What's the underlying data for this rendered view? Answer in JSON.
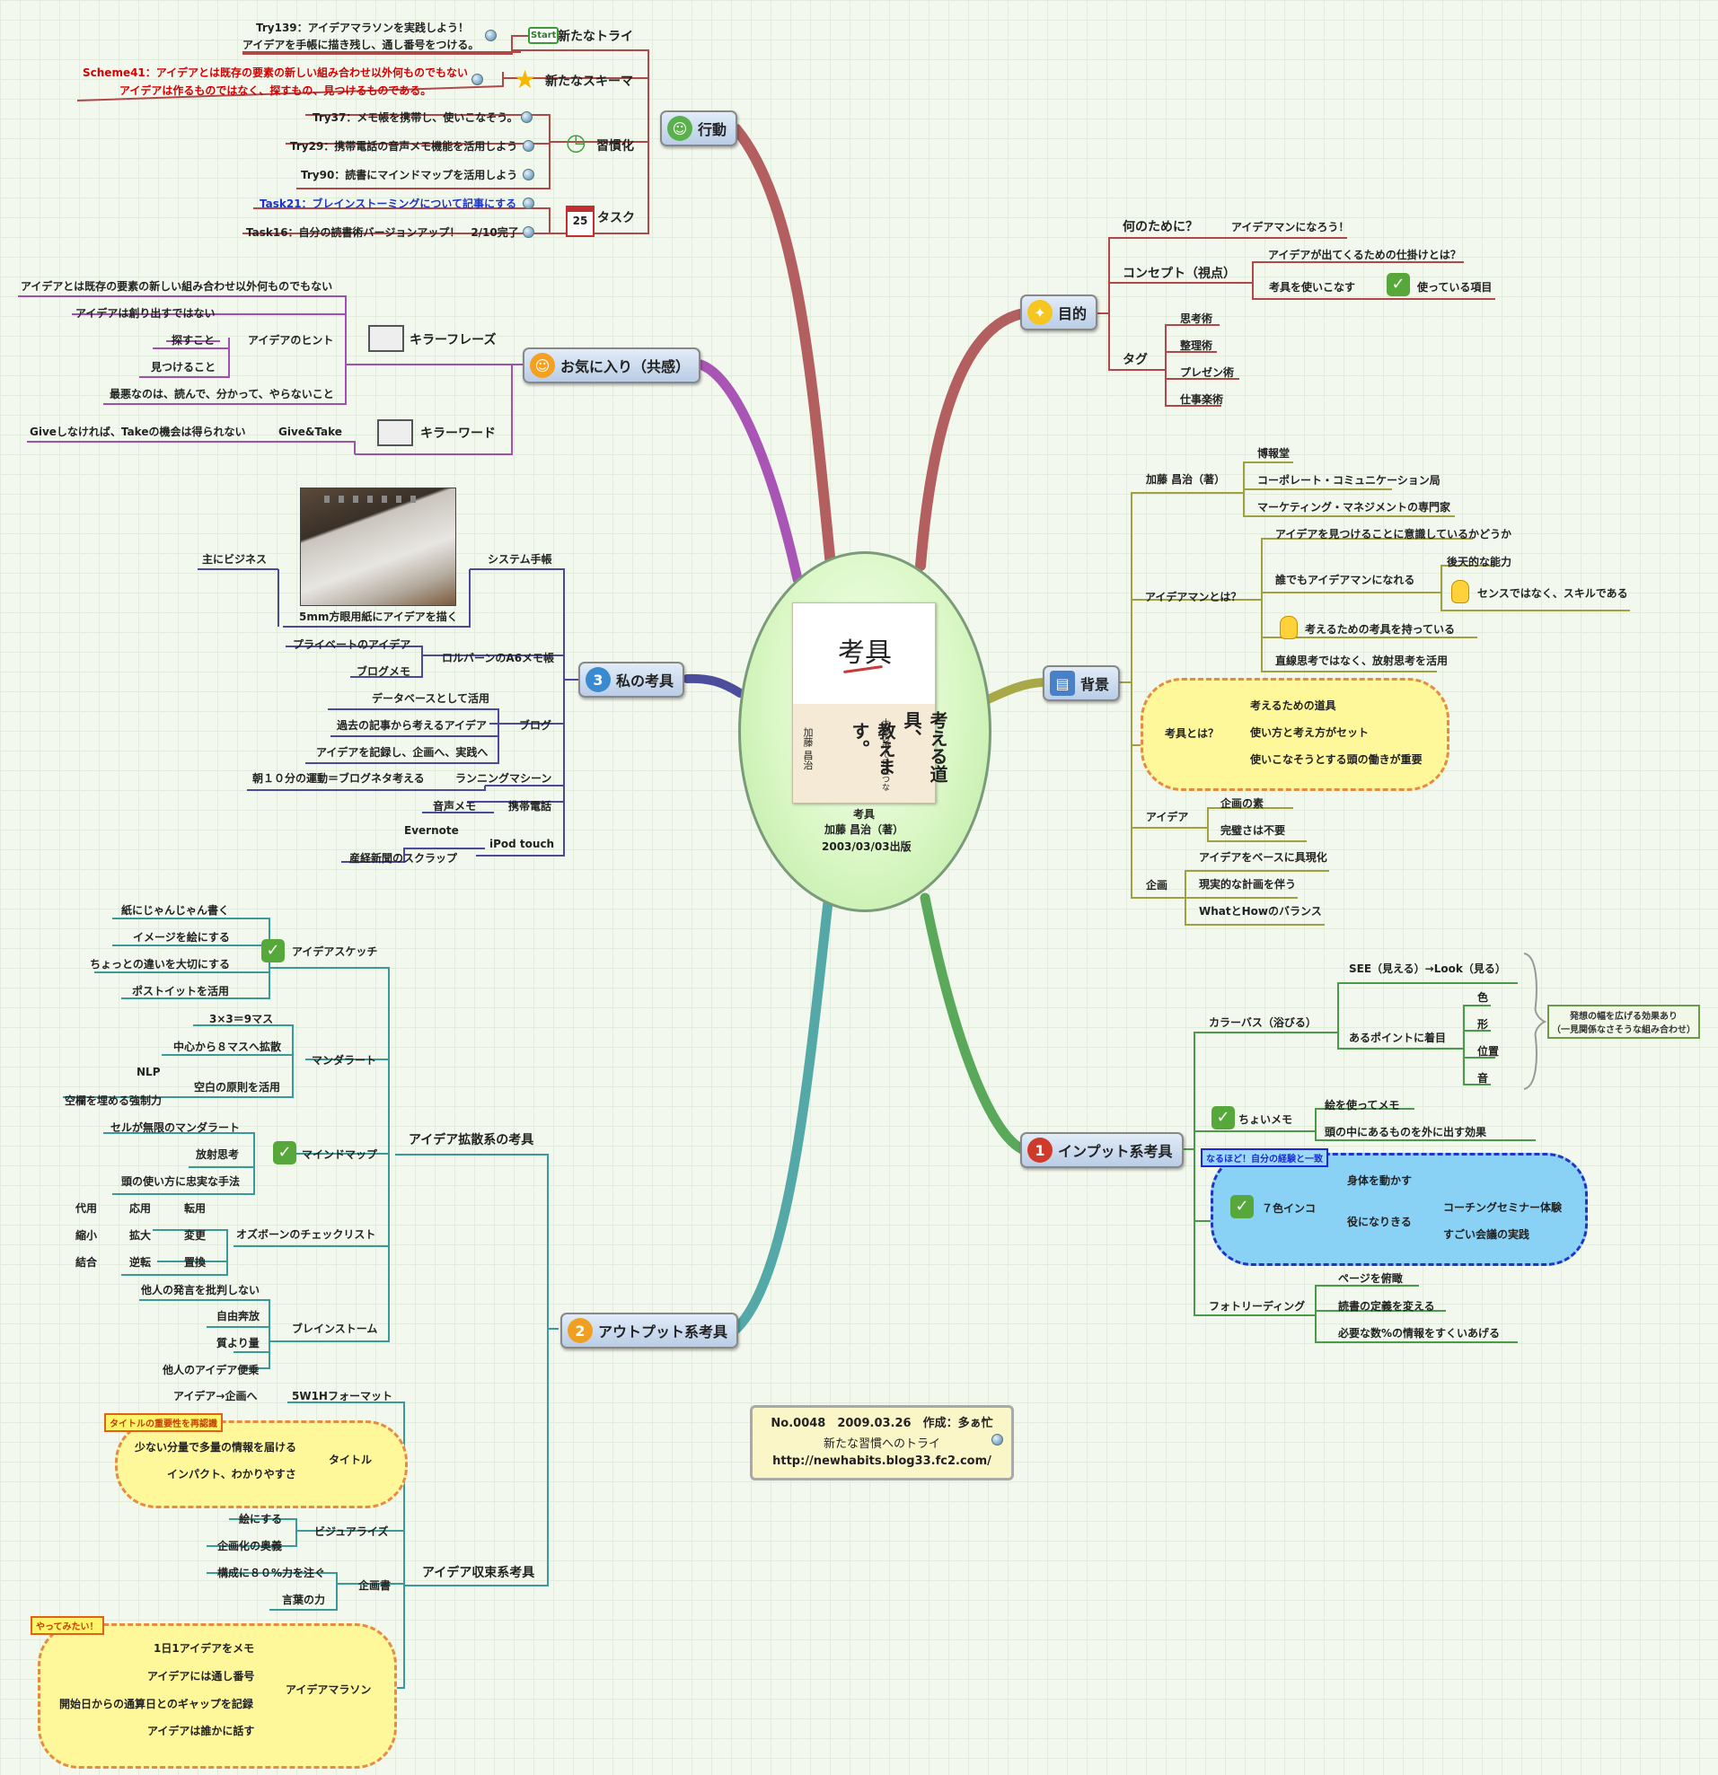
{
  "center": {
    "cover_title": "考具",
    "cover_main": "考える道具、",
    "cover_main2": "教えます。",
    "cover_sub": "大勢の中で目立つな",
    "cover_author": "加藤 昌治",
    "caption_title": "考具",
    "caption_author": "加藤 昌治（著）",
    "caption_date": "2003/03/03出版"
  },
  "info": {
    "line1": "No.0048　2009.03.26　作成：多ぁ忙",
    "line2": "新たな習慣へのトライ",
    "line3": "http://newhabits.blog33.fc2.com/"
  },
  "main_topics": {
    "kodo": "行動",
    "mokuteki": "目的",
    "okiniiri": "お気に入り（共感）",
    "haikei": "背景",
    "watashi": "私の考具",
    "input": "インプット系考具",
    "output": "アウトプット系考具"
  },
  "kodo": {
    "new_try": "新たなトライ",
    "start_icon": "Start",
    "try139_a": "Try139：アイデアマラソンを実践しよう！",
    "try139_b": "アイデアを手帳に描き残し、通し番号をつける。",
    "new_schema": "新たなスキーマ",
    "scheme41_a": "Scheme41：アイデアとは既存の要素の新しい組み合わせ以外何ものでもない",
    "scheme41_b": "アイデアは作るものではなく、探すもの、見つけるものである。",
    "shukanka": "習慣化",
    "try37": "Try37：メモ帳を携帯し、使いこなそう。",
    "try29": "Try29：携帯電話の音声メモ機能を活用しよう",
    "try90": "Try90：読書にマインドマップを活用しよう",
    "task": "タスク",
    "cal_num": "25",
    "task21": "Task21：ブレインストーミングについて記事にする",
    "task16": "Task16：自分の読書術バージョンアップ！　2/10完了"
  },
  "mokuteki": {
    "nan_no": "何のために？",
    "ideaman": "アイデアマンになろう！",
    "concept": "コンセプト（視点）",
    "shikake": "アイデアが出てくるための仕掛けとは？",
    "tsukai": "考具を使いこなす",
    "tsukatte": "使っている項目",
    "tag": "タグ",
    "tags": [
      "思考術",
      "整理術",
      "プレゼン術",
      "仕事楽術"
    ]
  },
  "okiniiri": {
    "killer_phrase": "キラーフレーズ",
    "idea_hint": "アイデアのヒント",
    "hint_items": [
      "アイデアとは既存の要素の新しい組み合わせ以外何ものでもない",
      "アイデアは創り出すではない",
      "探すこと",
      "見つけること",
      "最悪なのは、読んで、分かって、やらないこと"
    ],
    "killer_word": "キラーワード",
    "give_take": "Give&Take",
    "give_take_detail": "Giveしなければ、Takeの機会は得られない"
  },
  "haikei": {
    "author": "加藤 昌治（著）",
    "author_items": [
      "博報堂",
      "コーポレート・コミュニケーション局",
      "マーケティング・マネジメントの専門家"
    ],
    "ideaman_toha": "アイデアマンとは？",
    "ishiki": "アイデアを見つけることに意識しているかどうか",
    "daredemo": "誰でもアイデアマンになれる",
    "koutenteki": "後天的な能力",
    "sense": "センスではなく、スキルである",
    "kangaeru": "考えるための考具を持っている",
    "chokusen": "直線思考ではなく、放射思考を活用",
    "kougu_toha": "考具とは？",
    "kougu_items": [
      "考えるための道具",
      "使い方と考え方がセット",
      "使いこなそうとする頭の働きが重要"
    ],
    "idea": "アイデア",
    "idea_items": [
      "企画の素",
      "完璧さは不要"
    ],
    "kikaku": "企画",
    "kikaku_items": [
      "アイデアをベースに具現化",
      "現実的な計画を伴う",
      "WhatとHowのバランス"
    ]
  },
  "watashi": {
    "system": "システム手帳",
    "omo_business": "主にビジネス",
    "photo_caption": "5mm方眼用紙にアイデアを描く",
    "rollbahn": "ロルバーンのA6メモ帳",
    "private": "プライベートのアイデア",
    "blogmemo": "ブログメモ",
    "blog": "ブログ",
    "blog_items": [
      "データベースとして活用",
      "過去の記事から考えるアイデア",
      "アイデアを記録し、企画へ、実践へ"
    ],
    "running": "ランニングマシーン",
    "running_detail": "朝１０分の運動＝ブログネタ考える",
    "keitai": "携帯電話",
    "onsei": "音声メモ",
    "ipod": "iPod touch",
    "evernote": "Evernote",
    "sankei": "産経新聞のスクラップ"
  },
  "input": {
    "colorbath": "カラーバス（浴びる）",
    "see_look": "SEE（見える）→Look（見る）",
    "aru_point": "あるポイントに着目",
    "points": [
      "色",
      "形",
      "位置",
      "音"
    ],
    "callout_a": "発想の幅を広げる効果あり",
    "callout_b": "（一見関係なさそうな組み合わせ）",
    "choimemo": "ちょいメモ",
    "choimemo_items": [
      "絵を使ってメモ",
      "頭の中にあるものを外に出す効果"
    ],
    "note_naruhodo": "なるほど！自分の経験と一致",
    "nanairo": "７色インコ",
    "karada": "身体を動かす",
    "yakuninari": "役になりきる",
    "coaching": "コーチングセミナー体験",
    "sugoi": "すごい会議の実践",
    "photoreading": "フォトリーディング",
    "photo_items": [
      "ページを俯瞰",
      "読書の定義を変える",
      "必要な数%の情報をすくいあげる"
    ]
  },
  "output": {
    "kakusan": "アイデア拡散系の考具",
    "sketch": "アイデアスケッチ",
    "sketch_items": [
      "紙にじゃんじゃん書く",
      "イメージを絵にする",
      "ちょっとの違いを大切にする",
      "ポストイットを活用"
    ],
    "mandala": "マンダラート",
    "mandala_items": [
      "3×3＝9マス",
      "中心から８マスへ拡散",
      "空白の原則を活用"
    ],
    "nlp": "NLP",
    "kyousei": "空欄を埋める強制力",
    "mindmap": "マインドマップ",
    "mindmap_items": [
      "セルが無限のマンダラート",
      "放射思考",
      "頭の使い方に忠実な手法"
    ],
    "osborn": "オズボーンのチェックリスト",
    "osborn_items": [
      "代用",
      "応用",
      "転用",
      "縮小",
      "拡大",
      "変更",
      "結合",
      "逆転",
      "置換"
    ],
    "brainstorm": "ブレインストーム",
    "brain_items": [
      "他人の発言を批判しない",
      "自由奔放",
      "質より量",
      "他人のアイデア便乗"
    ],
    "shuusoku": "アイデア収束系考具",
    "w5h1": "5W1Hフォーマット",
    "idea_kikaku": "アイデア→企画へ",
    "note_title": "タイトルの重要性を再認識",
    "title": "タイトル",
    "title_items": [
      "少ない分量で多量の情報を届ける",
      "インパクト、わかりやすさ"
    ],
    "visualize": "ビジュアライズ",
    "visual_items": [
      "絵にする",
      "企画化の奥義"
    ],
    "kikakusho": "企画書",
    "kikakusho_items": [
      "構成に８０%力を注ぐ",
      "言葉の力"
    ],
    "note_yatte": "やってみたい！",
    "marathon": "アイデアマラソン",
    "marathon_items": [
      "1日1アイデアをメモ",
      "アイデアには通し番号",
      "開始日からの通算日とのギャップを記録",
      "アイデアは誰かに話す"
    ]
  },
  "colors": {
    "kodo": "#b05a5a",
    "okiniiri": "#a050b0",
    "watashi": "#4a4a9a",
    "output": "#4aa0a0",
    "mokuteki": "#b05a5a",
    "haikei": "#a0a040",
    "input": "#5aa050"
  }
}
